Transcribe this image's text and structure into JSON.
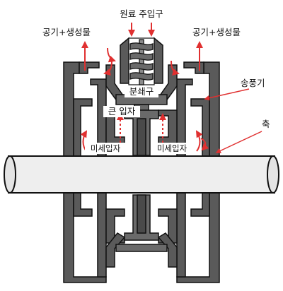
{
  "labels": {
    "feed_inlet": "원료 주입구",
    "air_product_left": "공기+생성물",
    "air_product_right": "공기+생성물",
    "blower": "송풍기",
    "crusher": "분쇄구",
    "large_particle": "큰 입자",
    "fine_left": "미세입자",
    "fine_right": "미세입자",
    "shaft": "축"
  },
  "colors": {
    "machine_fill": "#5a5a5a",
    "machine_stroke": "#111111",
    "arrow": "#e03030",
    "shaft_fill": "#eeeeee"
  }
}
